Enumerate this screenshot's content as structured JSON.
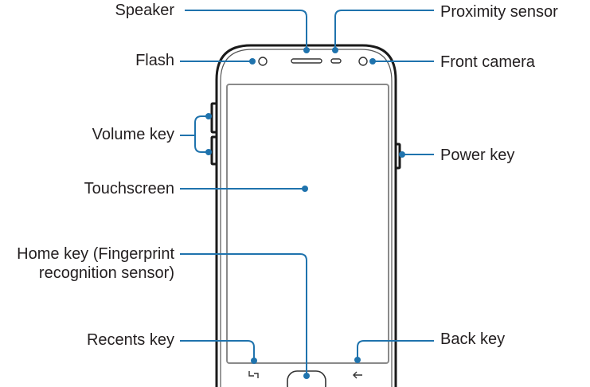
{
  "colors": {
    "callout": "#1f73ad",
    "outline": "#1a1a1a",
    "inner": "#8a8a8a"
  },
  "labels": {
    "speaker": "Speaker",
    "proximity_sensor": "Proximity sensor",
    "flash": "Flash",
    "front_camera": "Front camera",
    "volume_key": "Volume key",
    "power_key": "Power key",
    "touchscreen": "Touchscreen",
    "home_key_line1": "Home key (Fingerprint",
    "home_key_line2": "recognition sensor)",
    "recents_key": "Recents key",
    "back_key": "Back key"
  }
}
